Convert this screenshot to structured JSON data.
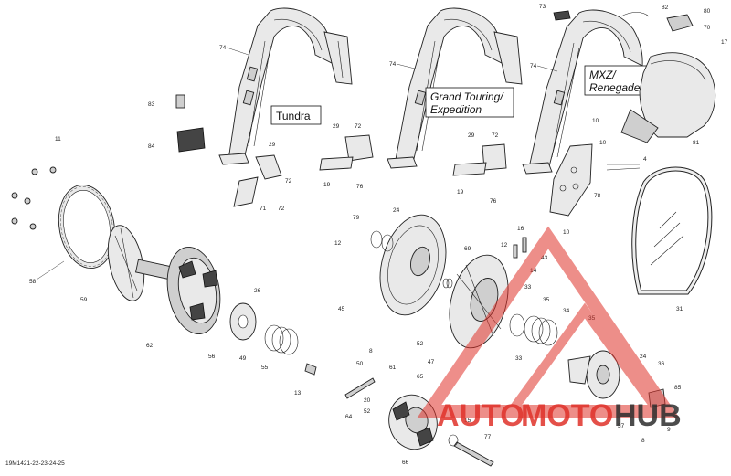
{
  "diagram": {
    "reference_code": "19M1421-22-23-24-25",
    "labels": {
      "tundra": "Tundra",
      "grand_touring_line1": "Grand Touring/",
      "grand_touring_line2": "Expedition",
      "mxz_line1": "MXZ/",
      "mxz_line2": "Renegade"
    },
    "part_numbers": [
      "74",
      "74",
      "74",
      "73",
      "82",
      "80",
      "70",
      "17",
      "83",
      "84",
      "11",
      "29",
      "72",
      "29",
      "72",
      "19",
      "76",
      "29",
      "72",
      "19",
      "76",
      "71",
      "72",
      "10",
      "10",
      "4",
      "81",
      "78",
      "10",
      "58",
      "59",
      "62",
      "26",
      "56",
      "49",
      "55",
      "13",
      "79",
      "12",
      "24",
      "45",
      "69",
      "16",
      "12",
      "43",
      "14",
      "31",
      "33",
      "35",
      "34",
      "35",
      "33",
      "24",
      "36",
      "85",
      "37",
      "9",
      "8",
      "8",
      "50",
      "61",
      "52",
      "65",
      "20",
      "52",
      "64",
      "47",
      "66",
      "15",
      "77"
    ],
    "watermark": {
      "text_a": "AUTO",
      "text_b": "MOTO",
      "text_c": "HUB",
      "brand_color": "#e0322a",
      "dark_color": "#2d2d2d"
    }
  }
}
